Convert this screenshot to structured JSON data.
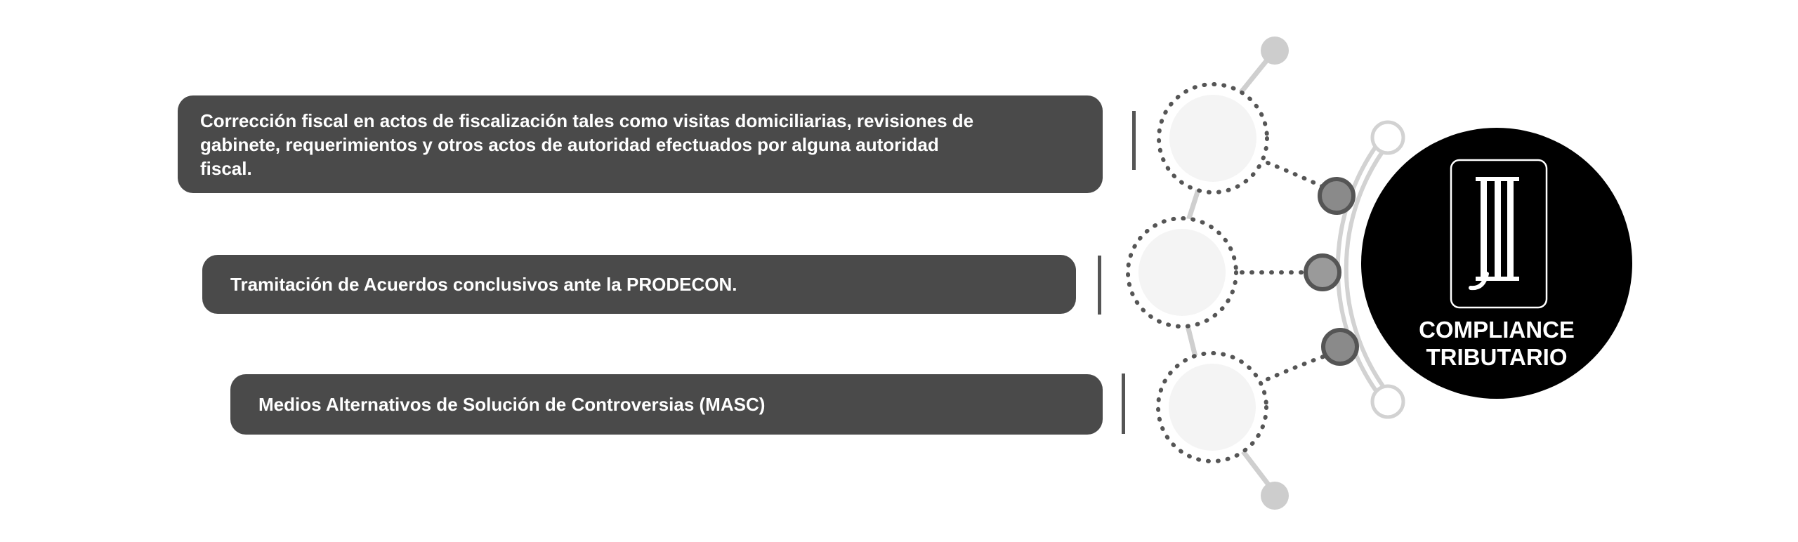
{
  "items": [
    {
      "text": "Corrección fiscal en actos de fiscalización tales como visitas domiciliarias, revisiones de gabinete, requerimientos y otros actos de autoridad efectuados por alguna autoridad fiscal."
    },
    {
      "text": "Tramitación de Acuerdos conclusivos ante la PRODECON."
    },
    {
      "text": "Medios Alternativos de Solución de Controversias (MASC)"
    }
  ],
  "badge": {
    "line1": "COMPLIANCE",
    "line2": "TRIBUTARIO",
    "logo_icon": "column-monogram-icon"
  },
  "colors": {
    "pill": "#4a4a4a",
    "badge": "#000000",
    "node": "#8a8a8a",
    "arc": "#d0d0d0",
    "dots": "#555555"
  }
}
